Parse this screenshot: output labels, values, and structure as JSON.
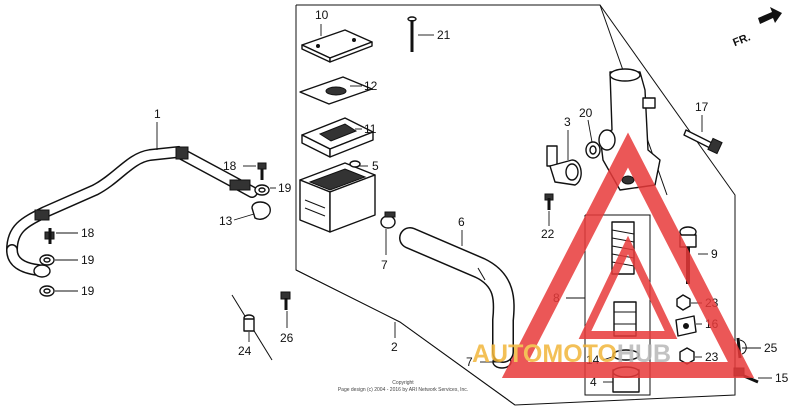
{
  "diagram": {
    "direction_label": "FR.",
    "copyright_line1": "Copyright",
    "copyright_line2": "Page design (c) 2004 - 2016 by ARI Network Services, Inc.",
    "watermark": {
      "part_a": "AUTOMOTO",
      "part_b": "HUB",
      "color_a": "#f2b63a",
      "color_b": "#b8b8b8",
      "triangle_color": "#e83a3a"
    },
    "callouts": [
      {
        "id": "c10",
        "text": "10"
      },
      {
        "id": "c21",
        "text": "21"
      },
      {
        "id": "c12",
        "text": "12"
      },
      {
        "id": "c1",
        "text": "1"
      },
      {
        "id": "c11",
        "text": "11"
      },
      {
        "id": "c5",
        "text": "5"
      },
      {
        "id": "c18a",
        "text": "18"
      },
      {
        "id": "c19a",
        "text": "19"
      },
      {
        "id": "c13",
        "text": "13"
      },
      {
        "id": "c18b",
        "text": "18"
      },
      {
        "id": "c19b",
        "text": "19"
      },
      {
        "id": "c19c",
        "text": "19"
      },
      {
        "id": "c7a",
        "text": "7"
      },
      {
        "id": "c6",
        "text": "6"
      },
      {
        "id": "c3",
        "text": "3"
      },
      {
        "id": "c20",
        "text": "20"
      },
      {
        "id": "c17",
        "text": "17"
      },
      {
        "id": "c22",
        "text": "22"
      },
      {
        "id": "c9",
        "text": "9"
      },
      {
        "id": "c8",
        "text": "8"
      },
      {
        "id": "c23a",
        "text": "23"
      },
      {
        "id": "c16",
        "text": "16"
      },
      {
        "id": "c14",
        "text": "14"
      },
      {
        "id": "c23b",
        "text": "23"
      },
      {
        "id": "c25",
        "text": "25"
      },
      {
        "id": "c4",
        "text": "4"
      },
      {
        "id": "c15",
        "text": "15"
      },
      {
        "id": "c24",
        "text": "24"
      },
      {
        "id": "c26",
        "text": "26"
      },
      {
        "id": "c2",
        "text": "2"
      },
      {
        "id": "c7b",
        "text": "7"
      }
    ]
  }
}
